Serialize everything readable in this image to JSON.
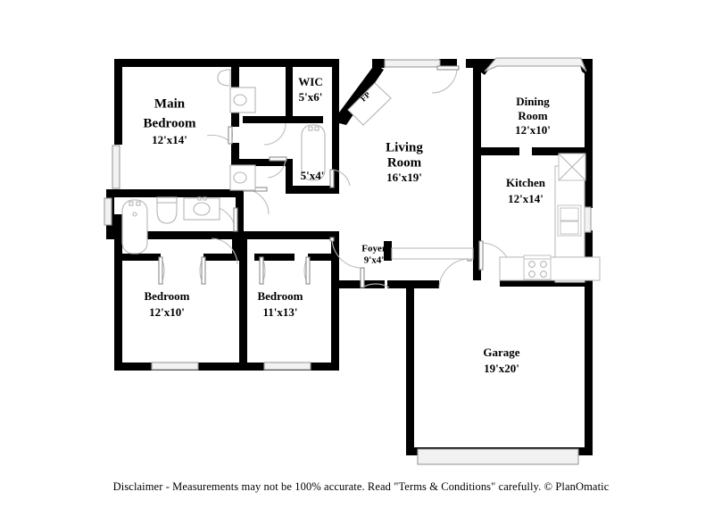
{
  "document": {
    "type": "real-estate-floor-plan",
    "disclaimer": "Disclaimer - Measurements may not be 100% accurate. Read \"Terms & Conditions\" carefully. © PlanOmatic"
  },
  "rooms": [
    {
      "id": "main-bedroom",
      "name": "Main\nBedroom",
      "line1": "Main",
      "line2": "Bedroom",
      "dimensions": "12'x14'"
    },
    {
      "id": "wic",
      "name": "WIC",
      "line1": "WIC",
      "line2": "",
      "dimensions": "5'x6'"
    },
    {
      "id": "master-bath",
      "name": "",
      "line1": "",
      "line2": "",
      "dimensions": "5'x4'"
    },
    {
      "id": "living-room",
      "name": "Living Room",
      "line1": "Living",
      "line2": "Room",
      "dimensions": "16'x19'"
    },
    {
      "id": "dining-room",
      "name": "Dining Room",
      "line1": "Dining",
      "line2": "Room",
      "dimensions": "12'x10'"
    },
    {
      "id": "kitchen",
      "name": "Kitchen",
      "line1": "Kitchen",
      "line2": "",
      "dimensions": "12'x14'"
    },
    {
      "id": "bedroom-2",
      "name": "Bedroom",
      "line1": "Bedroom",
      "line2": "",
      "dimensions": "12'x10'"
    },
    {
      "id": "bedroom-3",
      "name": "Bedroom",
      "line1": "Bedroom",
      "line2": "",
      "dimensions": "11'x13'"
    },
    {
      "id": "foyer",
      "name": "Foyer",
      "line1": "Foyer",
      "line2": "",
      "dimensions": "9'x4'"
    },
    {
      "id": "garage",
      "name": "Garage",
      "line1": "Garage",
      "line2": "",
      "dimensions": "19'x20'"
    }
  ],
  "labels": {
    "main_bedroom_l1": "Main",
    "main_bedroom_l2": "Bedroom",
    "main_bedroom_dim": "12'x14'",
    "wic_l1": "WIC",
    "wic_dim": "5'x6'",
    "master_bath_dim": "5'x4'",
    "fireplace": "FP",
    "living_l1": "Living",
    "living_l2": "Room",
    "living_dim": "16'x19'",
    "dining_l1": "Dining",
    "dining_l2": "Room",
    "dining_dim": "12'x10'",
    "kitchen_l1": "Kitchen",
    "kitchen_dim": "12'x14'",
    "bedroom2_l1": "Bedroom",
    "bedroom2_dim": "12'x10'",
    "bedroom3_l1": "Bedroom",
    "bedroom3_dim": "11'x13'",
    "foyer_l1": "Foyer",
    "foyer_dim": "9'x4'",
    "garage_l1": "Garage",
    "garage_dim": "19'x20'"
  },
  "colors": {
    "wall": "#000000",
    "background": "#ffffff",
    "fixture_stroke": "#b4b4b4",
    "window_fill": "#f2f2f2",
    "text": "#000000"
  },
  "features": {
    "fireplace_label": "FP",
    "windows_count": 9,
    "doors_count": 11,
    "has_bay_window": true,
    "has_garage_door": true,
    "bathroom_fixtures": [
      "tub",
      "toilet",
      "sink",
      "vanity-sink",
      "vanity-sink",
      "shower-tub"
    ],
    "kitchen_appliances": [
      "cooktop",
      "double-sink",
      "range",
      "refrigerator"
    ]
  }
}
